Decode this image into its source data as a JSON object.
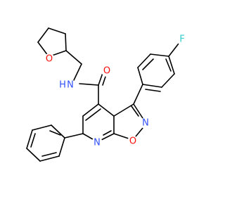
{
  "atoms": [
    {
      "id": "F",
      "label": "F",
      "color": "#33cccc"
    },
    {
      "id": "O1",
      "label": "O",
      "color": "#ff0d0d"
    },
    {
      "id": "O2",
      "label": "O",
      "color": "#ff0d0d"
    },
    {
      "id": "O3",
      "label": "O",
      "color": "#ff0d0d"
    },
    {
      "id": "NH",
      "label": "N",
      "color": "#3050f8"
    },
    {
      "id": "H",
      "label": "H",
      "color": "#3050f8"
    },
    {
      "id": "N2",
      "label": "N",
      "color": "#3050f8"
    },
    {
      "id": "N3",
      "label": "N",
      "color": "#3050f8"
    }
  ]
}
